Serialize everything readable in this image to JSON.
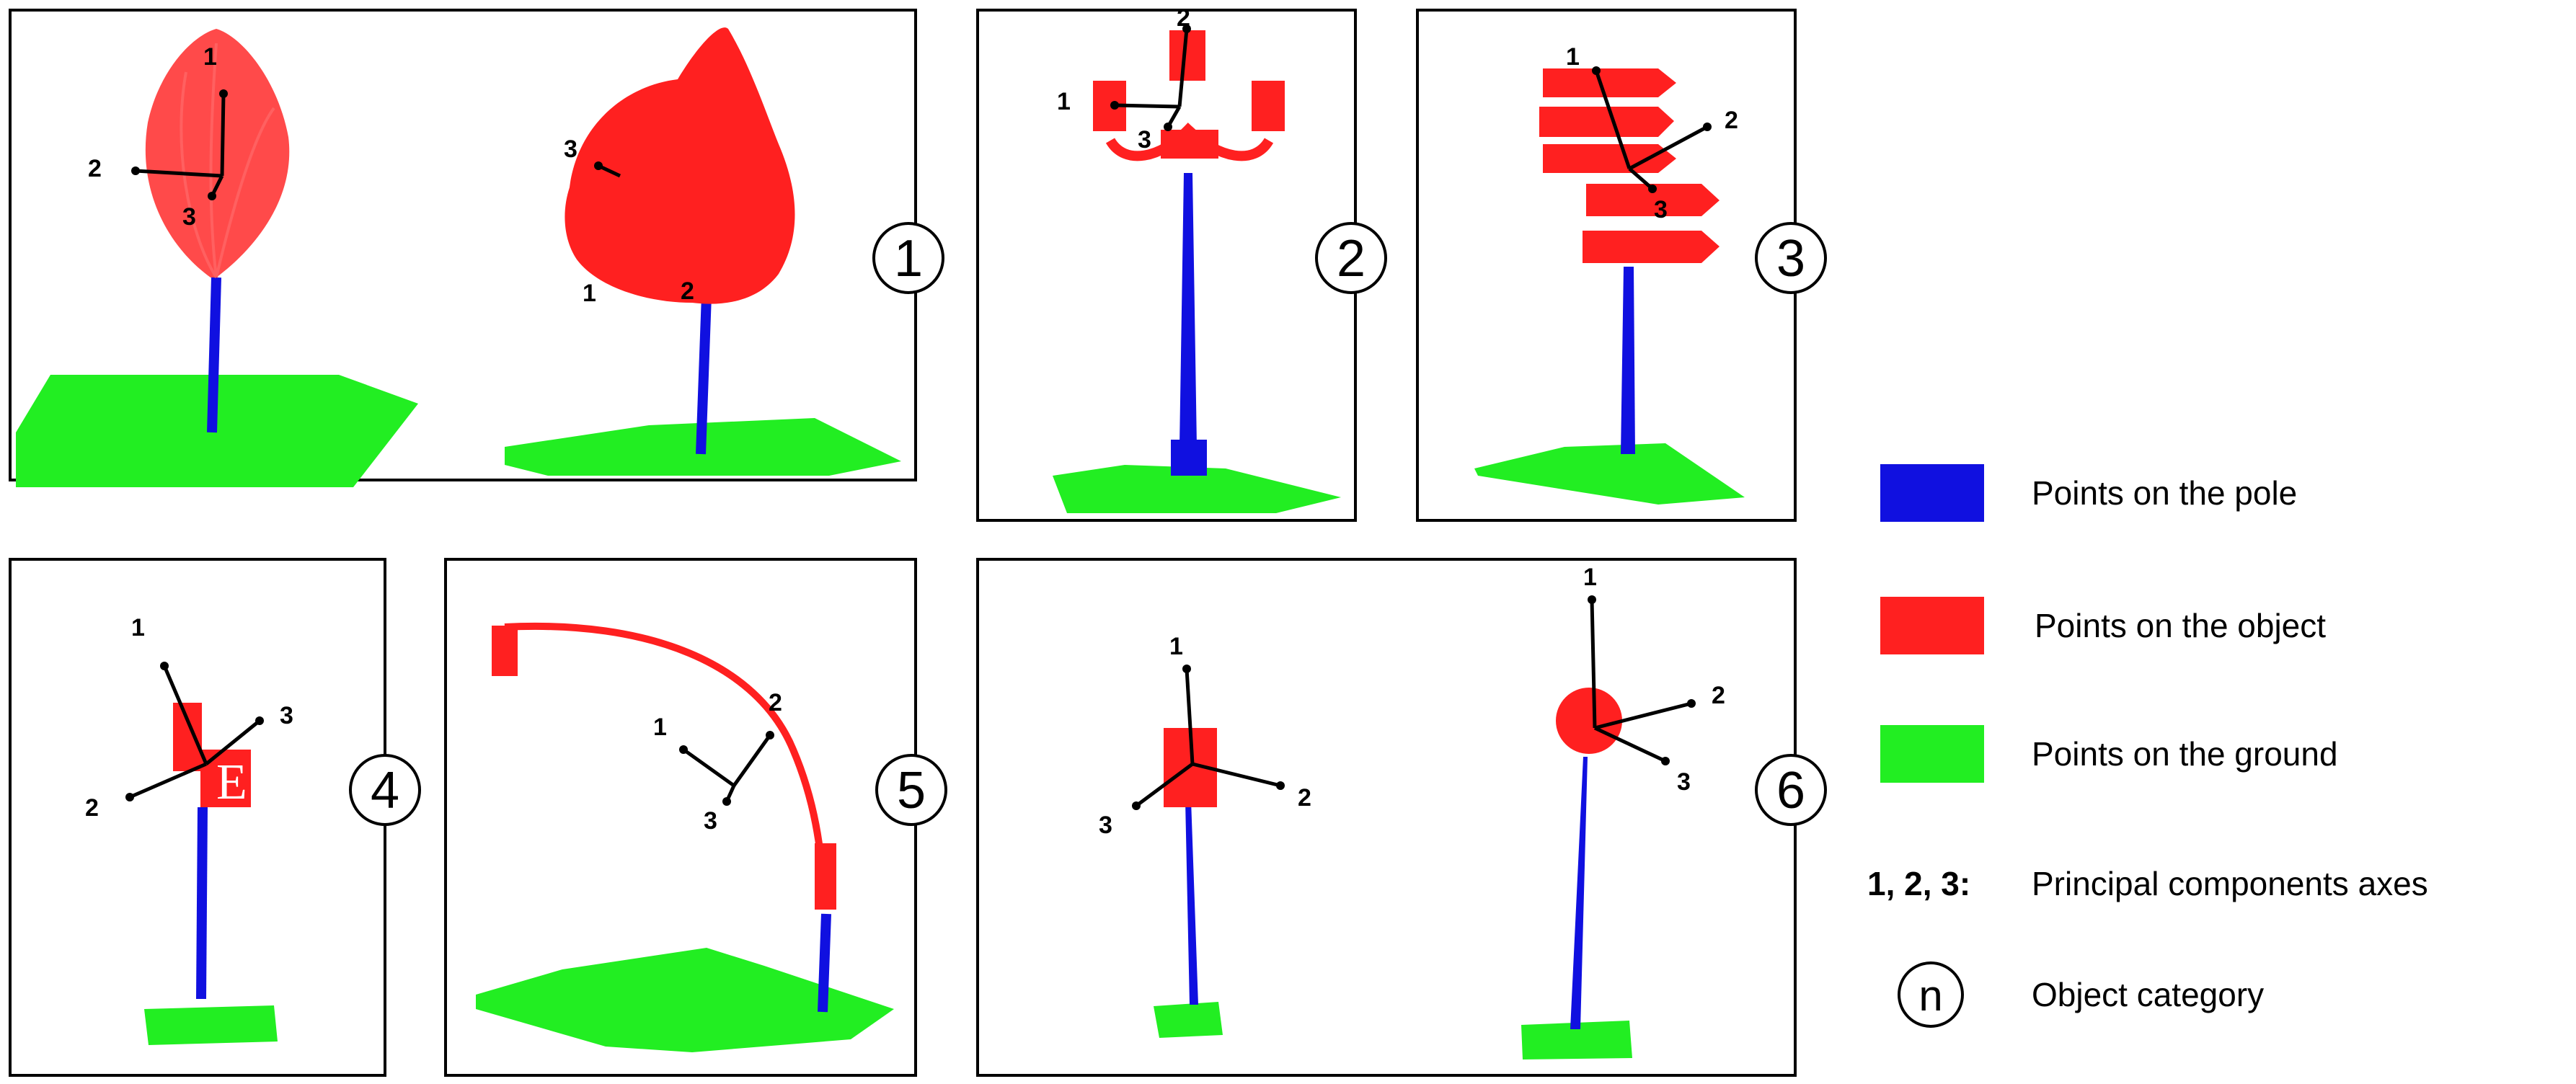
{
  "categories": [
    {
      "label": "1"
    },
    {
      "label": "2"
    },
    {
      "label": "3"
    },
    {
      "label": "4"
    },
    {
      "label": "5"
    },
    {
      "label": "6"
    }
  ],
  "axis_labels": [
    "1",
    "2",
    "3"
  ],
  "legend": {
    "pole": "Points on the pole",
    "object": "Points on the object",
    "ground": "Points on the ground",
    "axes_key": "1, 2, 3:",
    "axes_text": "Principal components axes",
    "category_symbol": "n",
    "category_text": "Object category"
  },
  "colors": {
    "pole": "#1010e0",
    "object": "#ff1010",
    "ground": "#22ee22"
  }
}
